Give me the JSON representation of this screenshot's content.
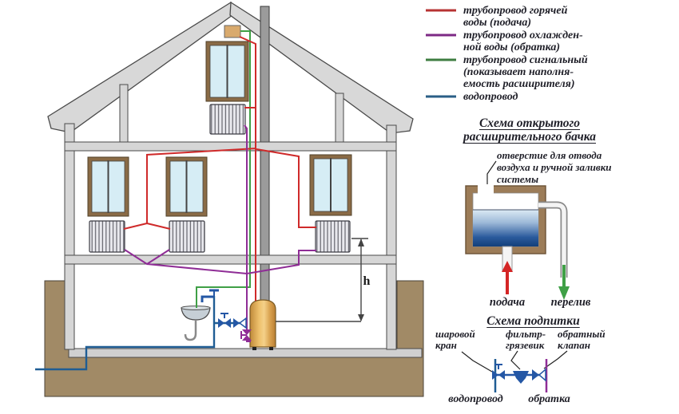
{
  "colors": {
    "hot_supply_red": "#cf2a2a",
    "return_purple": "#8f2d96",
    "signal_green": "#3fa046",
    "water_blue": "#1f5d94",
    "valve_blue": "#2457a5",
    "legend_red": "#b73333",
    "legend_purple": "#7d2a85",
    "legend_green": "#3e7d40",
    "legend_blue": "#2a5e86",
    "wall_gray": "#d6d6d6",
    "ground_brown": "#a18a66",
    "tank_brown": "#9c7c58",
    "boiler_orange": "#e8b45e"
  },
  "legend": {
    "items": [
      {
        "name": "hot-water-supply-line",
        "color": "#b73333",
        "label": "трубопровод горячей\nводы (подача)"
      },
      {
        "name": "cooled-water-return-line",
        "color": "#7d2a85",
        "label": "трубопровод охлажден-\nной воды (обратка)"
      },
      {
        "name": "signal-line",
        "color": "#3e7d40",
        "label": "трубопровод сигнальный\n(показывает наполня-\nемость расширителя)"
      },
      {
        "name": "water-main-line",
        "color": "#2a5e86",
        "label": "водопровод"
      }
    ]
  },
  "expansion_tank_section": {
    "title": "Схема открытого\nрасширительного бачка",
    "vent_label": "отверстие для отвода\nвоздуха и ручной заливки\nсистемы",
    "supply_label": "подача",
    "overflow_label": "перелив"
  },
  "feed_section": {
    "title": "Схема подпитки",
    "ball_valve_label": "шаровой\nкран",
    "filter_label": "фильтр-\nгрязевик",
    "check_valve_label": "обратный\nклапан",
    "water_main_label": "водопровод",
    "return_label": "обратка"
  },
  "house": {
    "height_label": "h"
  }
}
